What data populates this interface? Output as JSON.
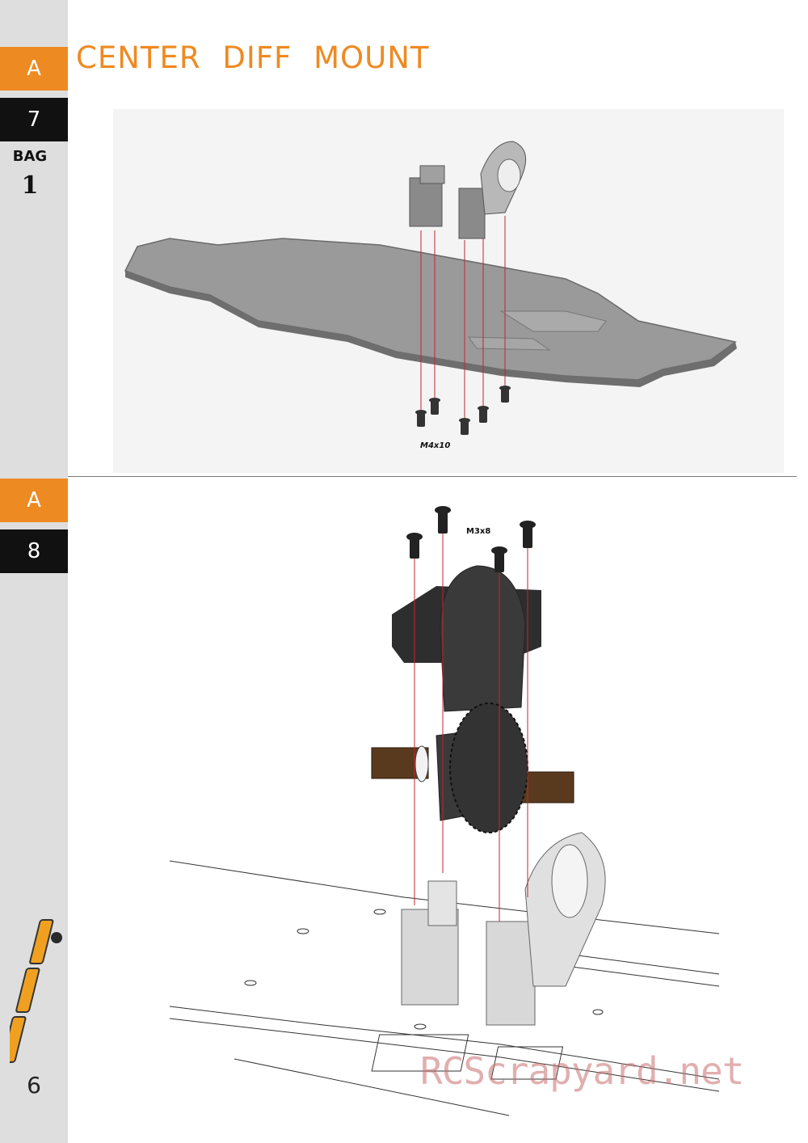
{
  "sidebar": {
    "section_a_top": "A",
    "step_7": "7",
    "bag_label": "BAG",
    "bag_number": "1",
    "section_a_bottom": "A",
    "step_8": "8",
    "page_number": "6"
  },
  "step7": {
    "title": "CENTER DIFF MOUNT",
    "screw_label": "M4x10"
  },
  "step8": {
    "screw_label": "M3x8"
  },
  "watermark": "RCScrapyard.net",
  "colors": {
    "accent_orange": "#ee8a22",
    "step_dark": "#111111",
    "sidebar_gray": "#dedede"
  }
}
